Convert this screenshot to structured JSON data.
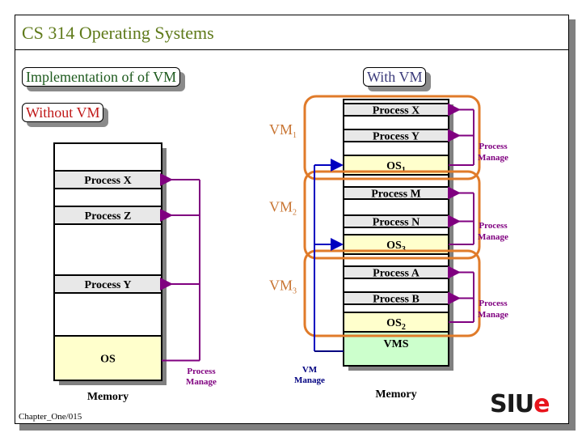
{
  "slide": {
    "title": "CS 314 Operating Systems",
    "footer": "Chapter_One/015",
    "colors": {
      "title": "#5f7a1a",
      "process_fill": "#e8e8e8",
      "os_fill": "#ffffcc",
      "vms_fill": "#ccffcc",
      "process_manage": "#800080",
      "vm_manage": "#000080",
      "vm_bracket": "#e07b2a"
    }
  },
  "callouts": {
    "implementation": "Implementation of  of VM",
    "without_vm": "Without VM",
    "with_vm": "With VM"
  },
  "without_vm": {
    "blocks": [
      {
        "label": "",
        "kind": "free"
      },
      {
        "label": "Process X",
        "kind": "process"
      },
      {
        "label": "",
        "kind": "free"
      },
      {
        "label": "Process Z",
        "kind": "process"
      },
      {
        "label": "",
        "kind": "free"
      },
      {
        "label": "Process Y",
        "kind": "process"
      },
      {
        "label": "",
        "kind": "free"
      },
      {
        "label": "OS",
        "kind": "os"
      }
    ],
    "memory_label": "Memory",
    "manage_label_line1": "Process",
    "manage_label_line2": "Manage"
  },
  "with_vm": {
    "vms": [
      {
        "name": "VM",
        "sub": "1",
        "processes": [
          "Process X",
          "Process Y"
        ],
        "os": "OS",
        "os_sub": "1"
      },
      {
        "name": "VM",
        "sub": "2",
        "processes": [
          "Process M",
          "Process N"
        ],
        "os": "OS",
        "os_sub": "3"
      },
      {
        "name": "VM",
        "sub": "3",
        "processes": [
          "Process A",
          "Process B"
        ],
        "os": "OS",
        "os_sub": "2"
      }
    ],
    "vms_label": "VMS",
    "memory_label": "Memory",
    "process_manage_line1": "Process",
    "process_manage_line2": "Manage",
    "vm_manage_line1": "VM",
    "vm_manage_line2": "Manage"
  },
  "logo": {
    "text_main": "SIU",
    "text_accent": "e",
    "main_color": "#1a1a1a",
    "accent_color": "#e8141c"
  }
}
